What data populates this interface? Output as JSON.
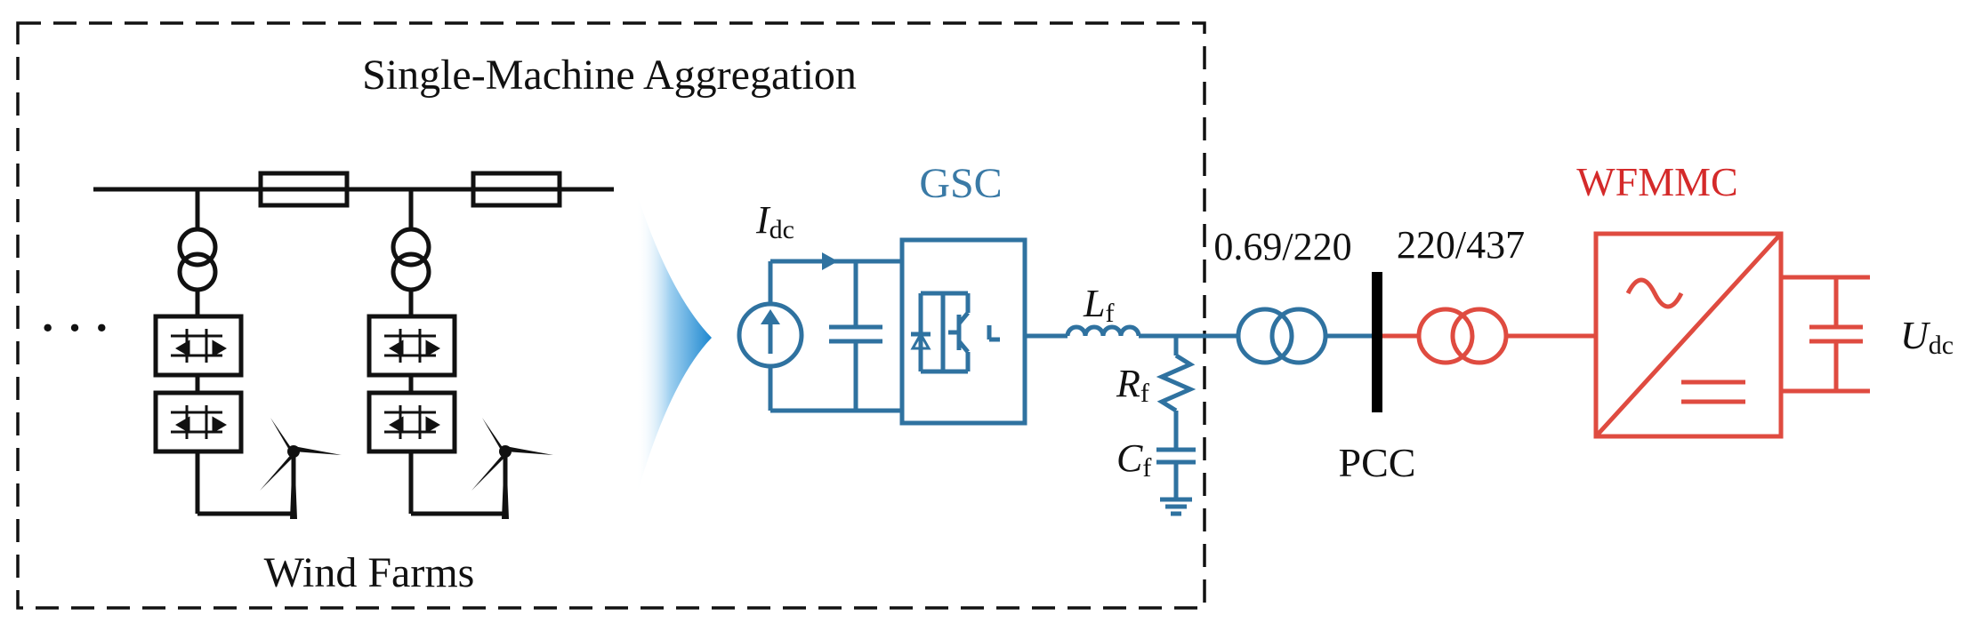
{
  "aggregation_title": "Single-Machine Aggregation",
  "wind_farms_label": "Wind Farms",
  "ellipsis": "· · ·",
  "gsc_label": "GSC",
  "idc": {
    "main": "I",
    "sub": "dc"
  },
  "lf": {
    "main": "L",
    "sub": "f"
  },
  "rf": {
    "main": "R",
    "sub": "f"
  },
  "cf": {
    "main": "C",
    "sub": "f"
  },
  "udc": {
    "main": "U",
    "sub": "dc"
  },
  "transformer1_ratio": "0.69/220",
  "transformer2_ratio": "220/437",
  "pcc_label": "PCC",
  "wfmmc_label": "WFMMC",
  "colors": {
    "black": "#111111",
    "gsc_blue": "#2f72a0",
    "wfmmc_red": "#df4b40",
    "gradient_blue": "#1e88d0"
  }
}
